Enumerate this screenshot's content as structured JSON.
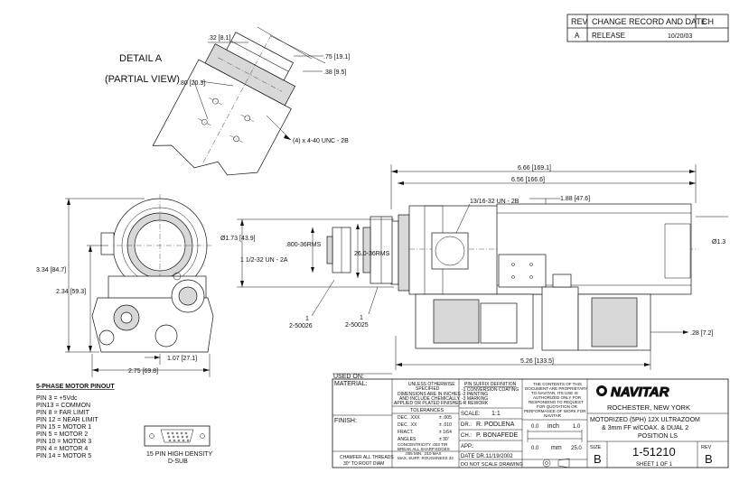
{
  "revision_block": {
    "headers": {
      "rev": "REV",
      "change": "CHANGE RECORD AND DATE",
      "ch": "CH"
    },
    "rows": [
      {
        "rev": "A",
        "change": "RELEASE",
        "date": "10/20/03"
      }
    ]
  },
  "detail": {
    "title": "DETAIL  A",
    "subtitle": "(PARTIAL VIEW)"
  },
  "detail_dims": {
    "d32": ".32 [8.1]",
    "d75": ".75 [19.1]",
    "d38": ".38 [9.5]",
    "d80": ".80 [20.3]",
    "thread": "(4) x 4-40 UNC - 2B"
  },
  "side_dims": {
    "overall": "6.66 [169.1]",
    "length2": "6.56 [166.6]",
    "thread_1316": "13/16-32 UN - 2B",
    "d188": "1.88 [47.6]",
    "dia173": "Ø1.73 [43.9]",
    "thread_112": "1 1/2-32 UN - 2A",
    "rms800": ".800-36RMS",
    "rms260": "26.0-36RMS",
    "part_a_qty": "1",
    "part_a_no": "2-50026",
    "part_b_qty": "1",
    "part_b_no": "2-50025",
    "d28": ".28 [7.2]",
    "d526": "5.26 [133.5]",
    "dia_cut": "Ø1.3"
  },
  "front_dims": {
    "d334": "3.34 [84.7]",
    "d234": "2.34 [59.3]",
    "d107": "1.07 [27.1]",
    "d275": "2.75 [69.8]"
  },
  "pinout": {
    "title": "5-PHASE MOTOR PINOUT",
    "pins": [
      "PIN 3 =  +5Vdc",
      "PIN13 =  COMMON",
      "PIN 8 =   FAR LIMIT",
      "PIN 12 = NEAR LIMIT",
      "PIN 15 = MOTOR 1",
      "PIN 5 =   MOTOR 2",
      "PIN 10 = MOTOR 3",
      "PIN 4 =   MOTOR 4",
      "PIN 14 = MOTOR 5"
    ],
    "connector_line1": "15 PIN HIGH DENSITY",
    "connector_line2": "D-SUB"
  },
  "title_block": {
    "used_on": "USED ON:",
    "material": "MATERIAL:",
    "finish": "FINISH:",
    "notes": [
      "UNLESS OTHERWISE",
      "SPECIFIED",
      "DIMENSIONS ARE IN INCHES",
      "AND INCLUDE CHEMICALLY",
      "APPLIED OR PLATED FINISHES"
    ],
    "tolerances_label": "TOLERANCES",
    "tol_rows": [
      {
        "k": "DEC. .XXX",
        "v": "± .005"
      },
      {
        "k": "DEC. .XX",
        "v": "± .010"
      },
      {
        "k": "FRACT.",
        "v": "± 1/64"
      },
      {
        "k": "ANGLES",
        "v": "± 30'"
      }
    ],
    "concentricity": [
      "CONCENTRICITY  .003 TIR",
      "BREAK ALL SHARP EDGES",
      ".005 MIN. .010 MAX",
      "MAX. SURF. ROUGHNESS   32"
    ],
    "chamfer": [
      "CHAMFER ALL THREADS",
      "30° TO ROOT DIAM"
    ],
    "pin_suffix": [
      "PIN SUFFIX DEFINITION",
      "-1 CONVERSION COATING",
      "-2 PAINTING",
      "-3 MARKING",
      "-R REWORK"
    ],
    "scale_label": "SCALE:",
    "scale_value": "1:1",
    "dr_label": "DR.:",
    "dr_value": "R. PODLENA",
    "ch_label": "CH.:",
    "ch_value": "P. BONAFEDE",
    "app_label": "APP.:",
    "date_label": "DATE DR.:",
    "date_value": "11/19/2002",
    "do_not_scale": "DO NOT SCALE DRAWING",
    "proprietary": [
      "THE CONTENTS OF THIS",
      "DOCUMENT ARE PROPRIETARY",
      "TO NAVITAR, ITS USE IS",
      "AUTHORIZED ONLY FOR",
      "RESPONDING TO REQUEST",
      "FOR QUOTATION OR",
      "PERFORMANCE OF WORK FOR",
      "NAVITAR"
    ],
    "inch_scale": {
      "a": "0.0",
      "b": "inch",
      "c": "1.0"
    },
    "mm_scale": {
      "a": "0.0",
      "b": "mm",
      "c": "25.0"
    },
    "logo": "NAVITAR",
    "location": "ROCHESTER, NEW YORK",
    "part_title": [
      "MOTORIZED (5PH) 12X ULTRAZOOM",
      "& 3mm FF w/COAX. & DUAL 2",
      "POSITION LS"
    ],
    "size_label": "SIZE",
    "size_value": "B",
    "drawing_no": "1-51210",
    "sheet": "SHEET 1 OF 1",
    "rev_label": "REV",
    "rev_value": "B"
  }
}
